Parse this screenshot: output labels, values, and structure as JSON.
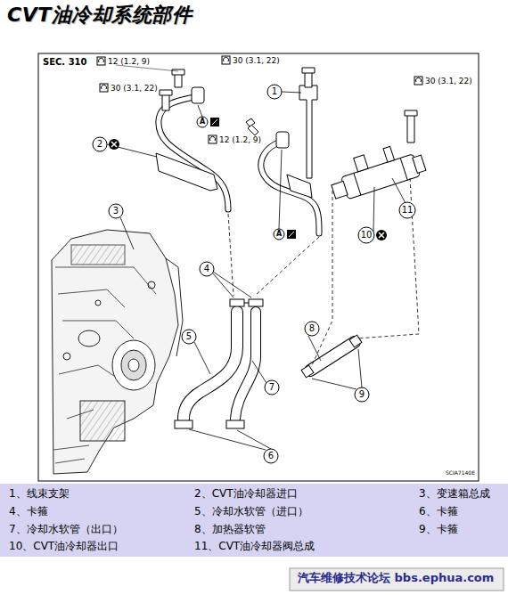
{
  "diagram": {
    "title": "CVT油冷却系统部件",
    "labels": [
      "SEC. 310",
      "12 (1.2, 9)",
      "30 (3.1, 22)",
      "30 (3.1, 22)",
      "12 (1.2, 9)",
      "30 (3.1, 22)",
      "1",
      "2",
      "3",
      "4",
      "5",
      "7",
      "8",
      "9",
      "6",
      "10",
      "11",
      "A",
      "A",
      "SCIA7140E",
      "1、线束支架",
      "2、CVT油冷却器进口",
      "3、变速箱总成",
      "4、卡箍",
      "5、冷却水软管（进口）",
      "6、卡箍",
      "7、冷却水软管（出口）",
      "8、加热器软管",
      "9、卡箍",
      "10、CVT油冷却器出口",
      "11、CVT油冷却器阀总成",
      "汽车维修技术论坛 bbs.ephua.com"
    ]
  }
}
